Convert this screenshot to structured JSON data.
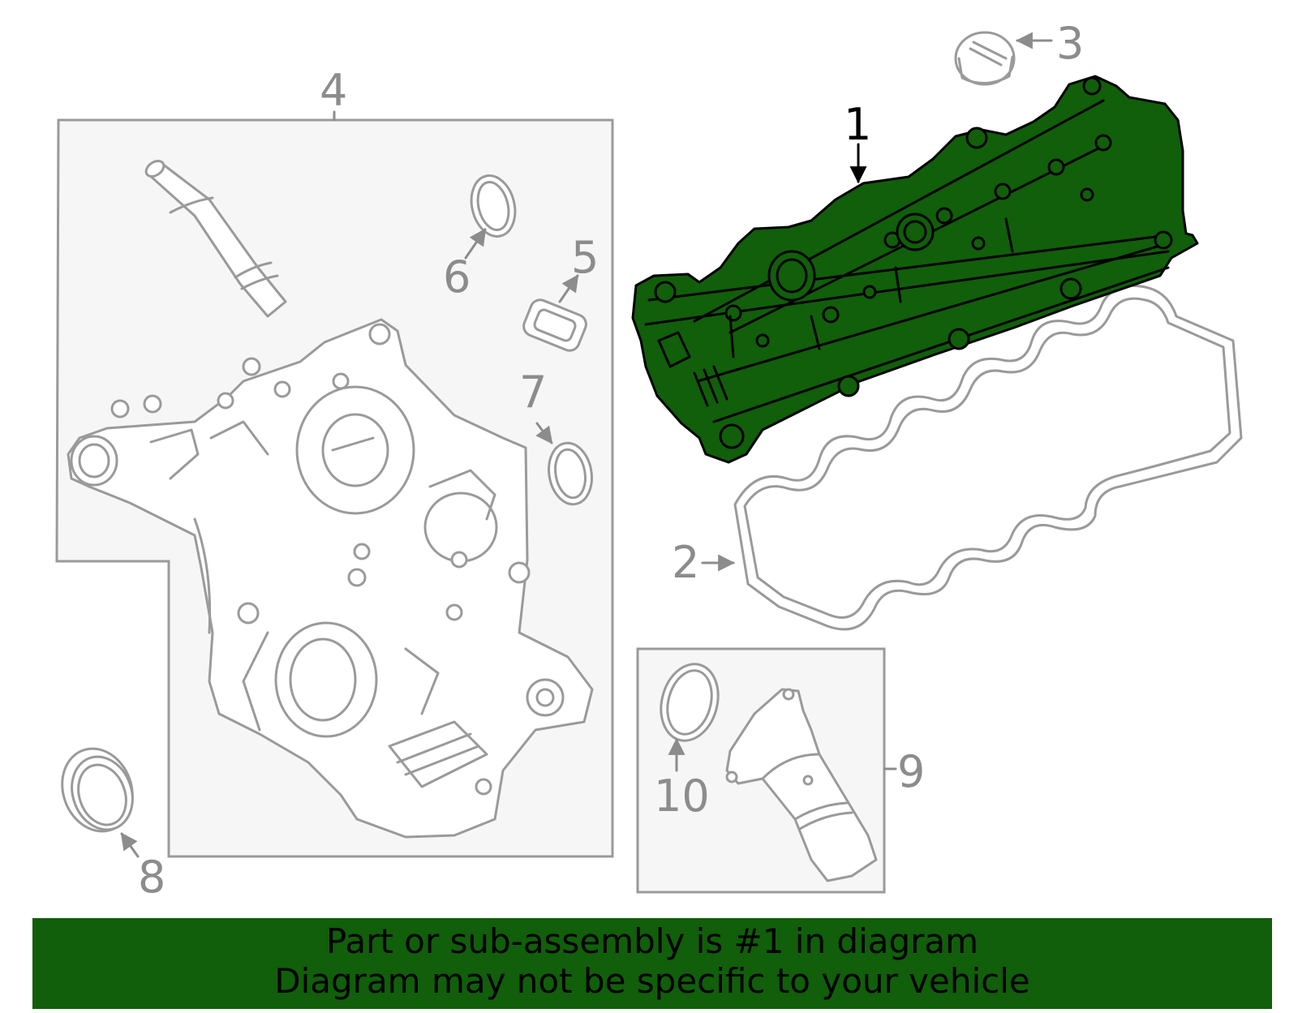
{
  "callouts": {
    "c1": "1",
    "c2": "2",
    "c3": "3",
    "c4": "4",
    "c5": "5",
    "c6": "6",
    "c7": "7",
    "c8": "8",
    "c9": "9",
    "c10": "10"
  },
  "highlight_color": "#115e0b",
  "banner": {
    "line1": "Part or sub-assembly is #1 in diagram",
    "line2": "Diagram may not be specific to your vehicle"
  }
}
